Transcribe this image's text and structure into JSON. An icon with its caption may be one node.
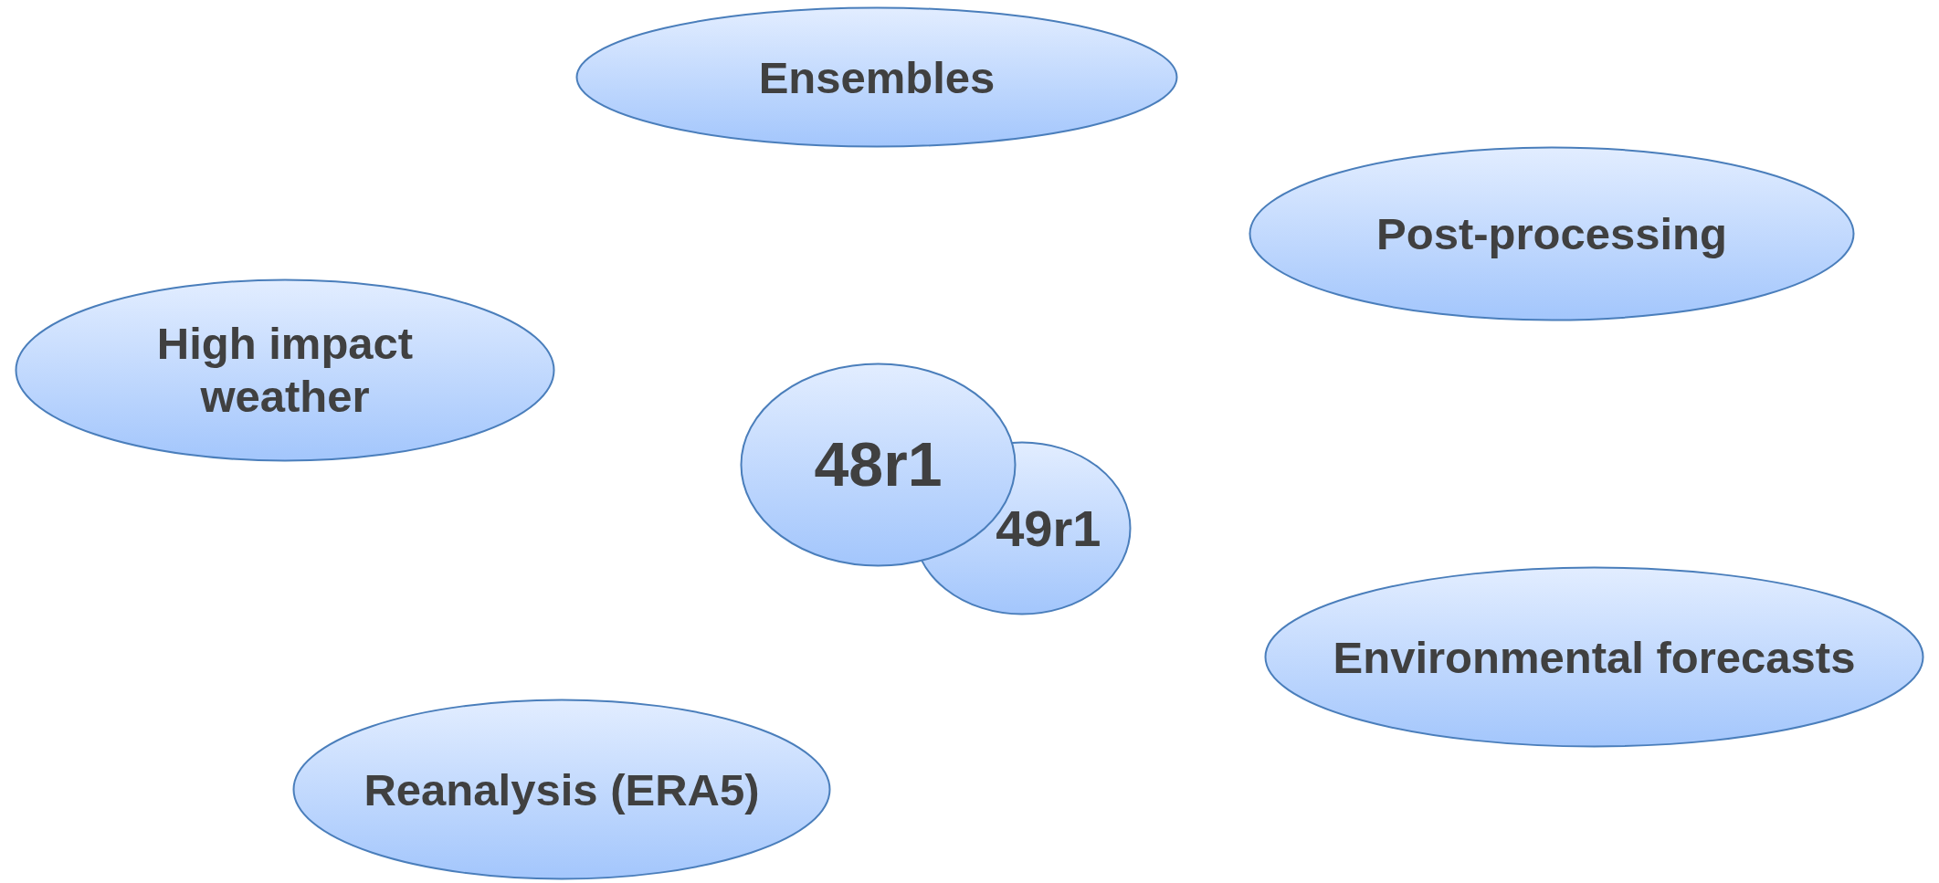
{
  "diagram": {
    "nodes": [
      {
        "text": [
          "Ensembles"
        ]
      },
      {
        "text": [
          "Post-processing"
        ]
      },
      {
        "text": [
          "High impact weather"
        ]
      },
      {
        "text": [
          "48r1"
        ]
      },
      {
        "text": [
          "49r1"
        ]
      },
      {
        "text": [
          "Environmental forecasts"
        ]
      },
      {
        "text": [
          "Reanalysis (ERA5)"
        ]
      }
    ]
  }
}
